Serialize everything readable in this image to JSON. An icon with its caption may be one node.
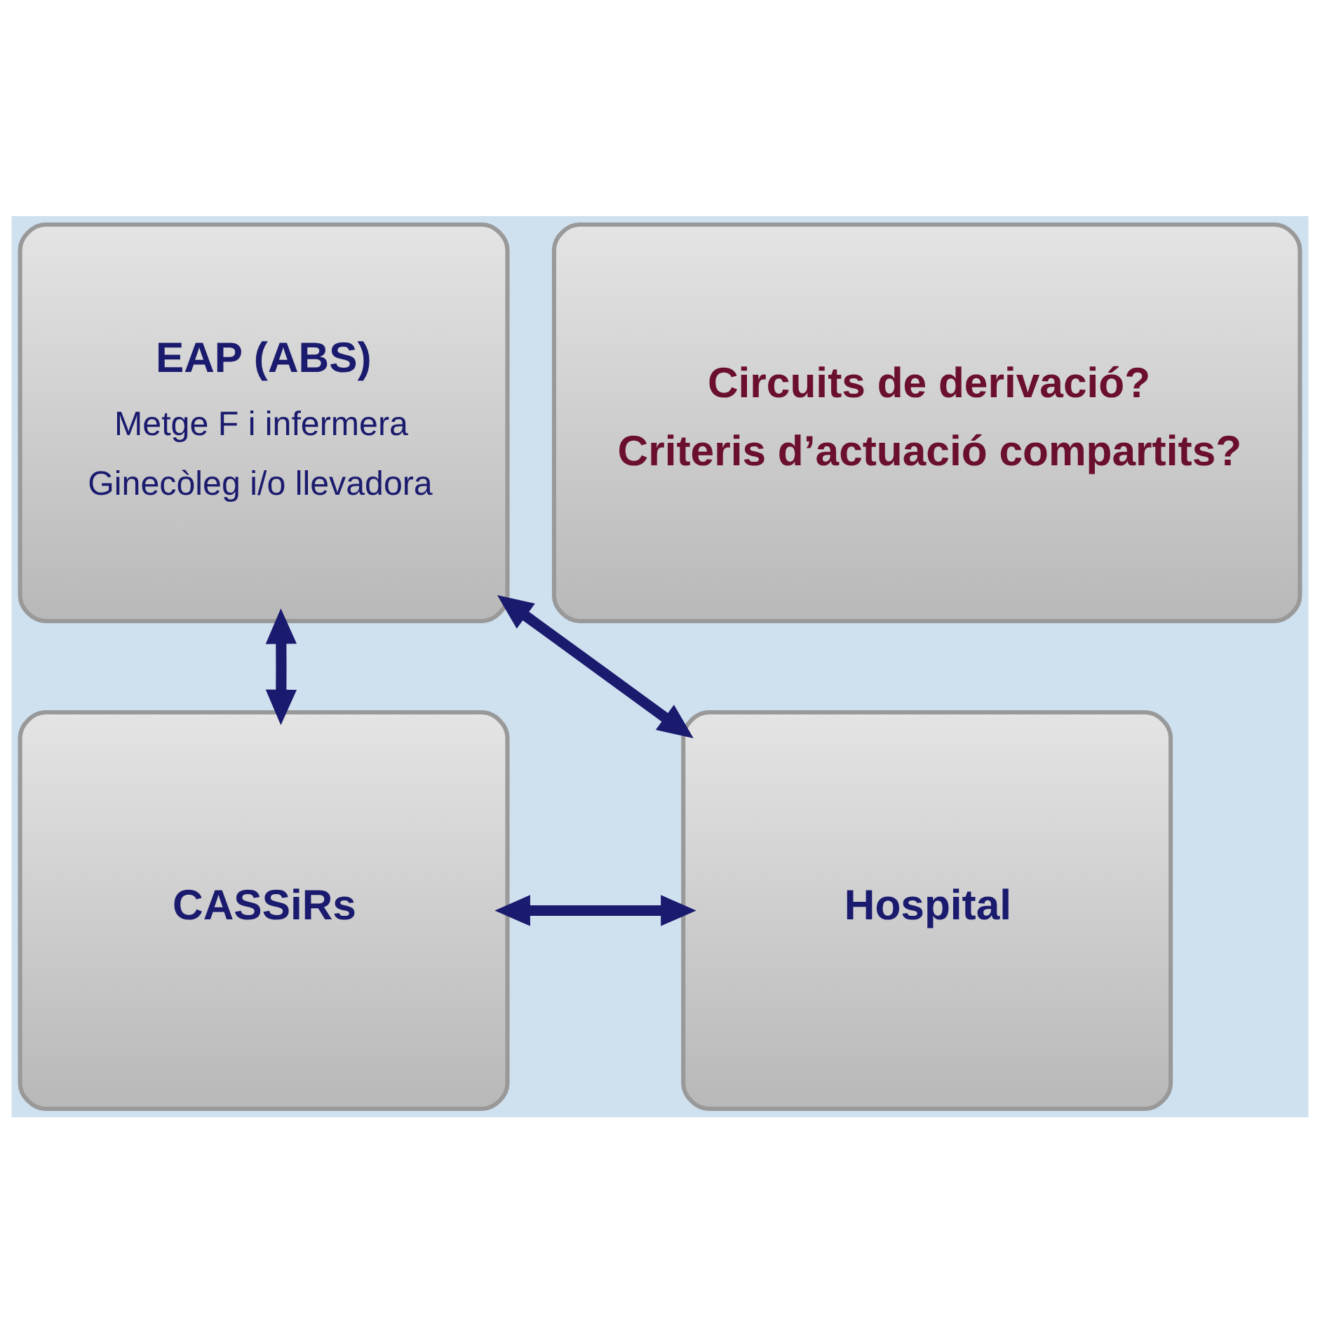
{
  "diagram": {
    "nodes": [
      {
        "text": [
          "EAP (ABS)",
          "Metge F i infermera",
          "Ginecòleg i/o llevadora"
        ]
      },
      {
        "text": [
          "Circuits de derivació?",
          "Criteris d’actuació compartits?"
        ]
      },
      {
        "text": [
          "CASSiRs"
        ]
      },
      {
        "text": [
          "Hospital"
        ]
      }
    ],
    "edges": [
      {
        "from": 0,
        "to": 2,
        "arrow": "both"
      },
      {
        "from": 0,
        "to": 3,
        "arrow": "both"
      },
      {
        "from": 2,
        "to": 3,
        "arrow": "both"
      }
    ]
  }
}
